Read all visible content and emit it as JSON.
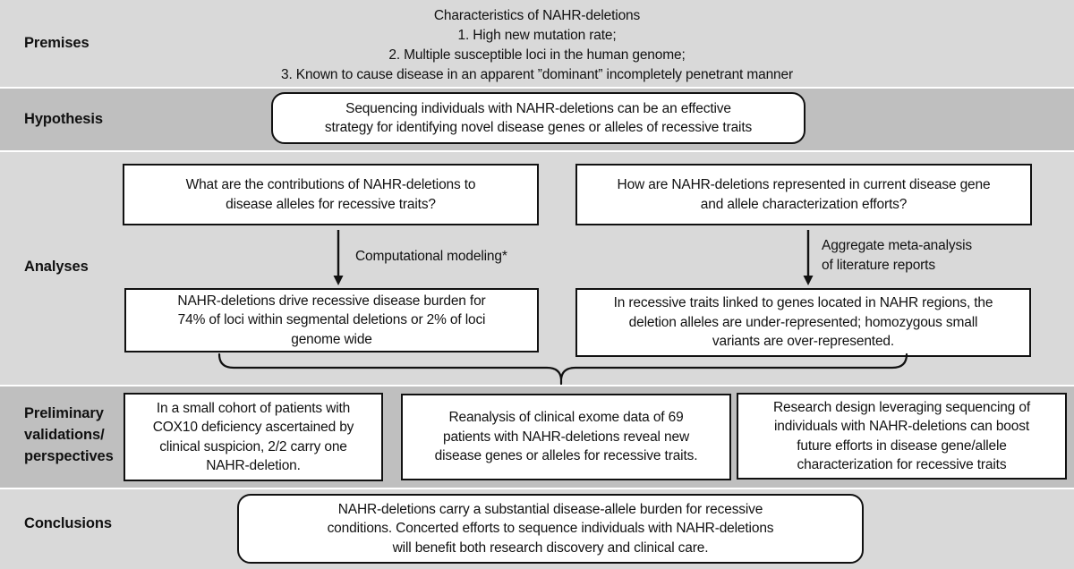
{
  "colors": {
    "band_light": "#d9d9d9",
    "band_dark": "#bfbfbf",
    "box_background": "#ffffff",
    "box_border": "#111111",
    "text": "#111111"
  },
  "premises": {
    "label": "Premises",
    "content": "Characteristics of NAHR-deletions\n1.  High new mutation rate;\n2.  Multiple susceptible loci in the human genome;\n3.  Known to cause disease in an apparent ”dominant” incompletely penetrant manner"
  },
  "hypothesis": {
    "label": "Hypothesis",
    "box": "Sequencing individuals with NAHR-deletions can be an effective\nstrategy for identifying novel disease genes or alleles of recessive traits"
  },
  "analyses": {
    "label": "Analyses",
    "question_left": "What are the contributions of NAHR-deletions to\ndisease alleles for recessive traits?",
    "question_right": "How are NAHR-deletions represented in current disease gene\nand allele characterization efforts?",
    "method_left": "Computational modeling*",
    "method_right": "Aggregate meta-analysis\nof literature reports",
    "result_left": "NAHR-deletions drive recessive disease burden for\n74% of loci within segmental deletions or 2% of loci\ngenome wide",
    "result_right": "In recessive traits linked to genes located in NAHR regions, the\ndeletion alleles are under-represented; homozygous small\nvariants are over-represented."
  },
  "preliminary": {
    "label": "Preliminary\nvalidations/\nperspectives",
    "box1": "In a small cohort of patients with\nCOX10 deficiency ascertained by\nclinical suspicion, 2/2 carry one\nNAHR-deletion.",
    "box2": "Reanalysis of clinical exome data of 69\npatients with NAHR-deletions reveal new\ndisease genes or alleles for recessive traits.",
    "box3": "Research design leveraging sequencing of\nindividuals with NAHR-deletions can boost\nfuture efforts in disease gene/allele\ncharacterization for recessive traits"
  },
  "conclusions": {
    "label": "Conclusions",
    "box": "NAHR-deletions carry a substantial disease-allele burden for recessive\nconditions. Concerted efforts to sequence individuals with NAHR-deletions\nwill benefit both research discovery and clinical care."
  }
}
